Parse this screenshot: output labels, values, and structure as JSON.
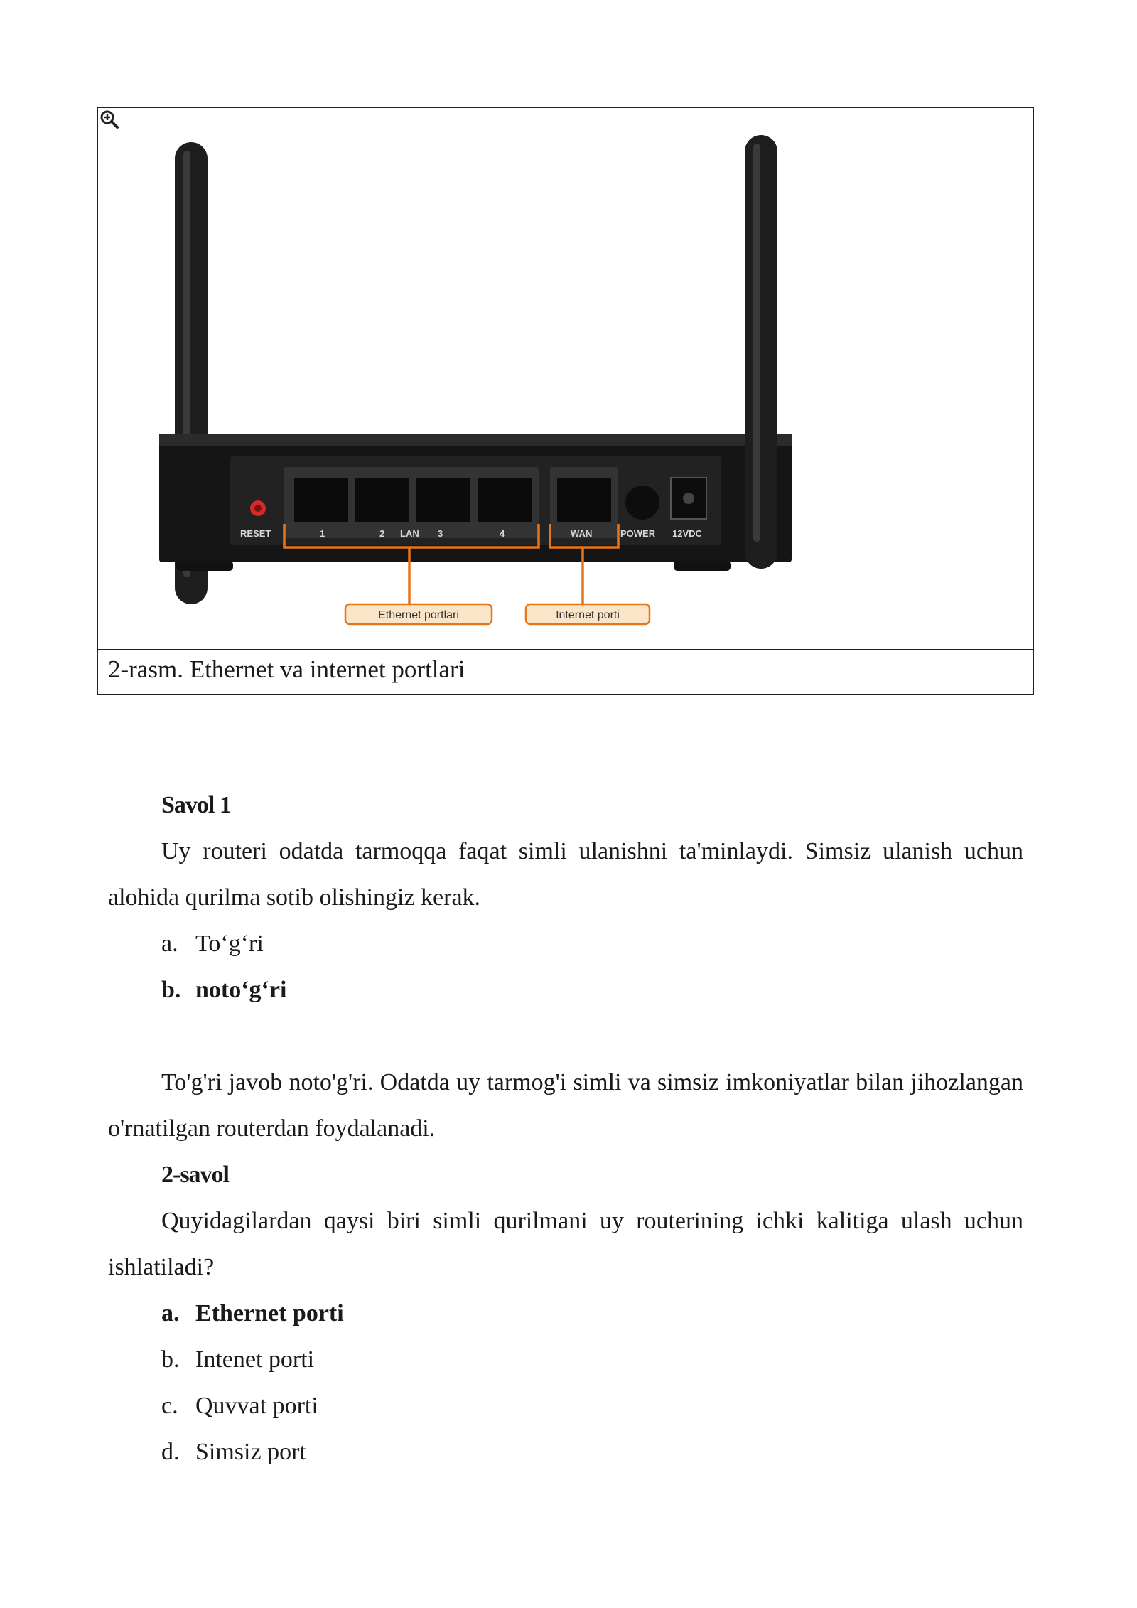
{
  "figure": {
    "caption": "2-rasm. Ethernet va internet portlari",
    "icons": {
      "zoom": "zoom-in-icon"
    },
    "router_labels": {
      "reset": "RESET",
      "lan_ports": [
        "1",
        "2",
        "3",
        "4"
      ],
      "lan": "LAN",
      "wan": "WAN",
      "power": "POWER",
      "dc": "12VDC"
    },
    "callouts": {
      "ethernet": "Ethernet portlari",
      "internet": "Internet porti"
    },
    "colors": {
      "callout": "#e8751a",
      "callout_fill": "#fbe5c8",
      "device": "#1c1c1c"
    }
  },
  "questions": [
    {
      "title": "Savol 1",
      "text": "Uy routeri odatda tarmoqqa faqat simli ulanishni ta'minlaydi. Simsiz ulanish uchun alohida qurilma sotib olishingiz kerak.",
      "options": [
        {
          "letter": "a.",
          "text": "To‘g‘ri"
        },
        {
          "letter": "b.",
          "text": "noto‘g‘ri"
        }
      ],
      "explanation": "To'g'ri javob noto'g'ri. Odatda uy tarmog'i simli va simsiz imkoniyatlar bilan jihozlangan o'rnatilgan routerdan foydalanadi."
    },
    {
      "title": "2-savol",
      "text": "Quyidagilardan qaysi biri simli qurilmani uy routerining ichki kalitiga ulash uchun ishlatiladi?",
      "options": [
        {
          "letter": "a.",
          "text": "Ethernet porti"
        },
        {
          "letter": "b.",
          "text": "Intenet porti"
        },
        {
          "letter": "c.",
          "text": "Quvvat porti"
        },
        {
          "letter": "d.",
          "text": "Simsiz port"
        }
      ]
    }
  ]
}
